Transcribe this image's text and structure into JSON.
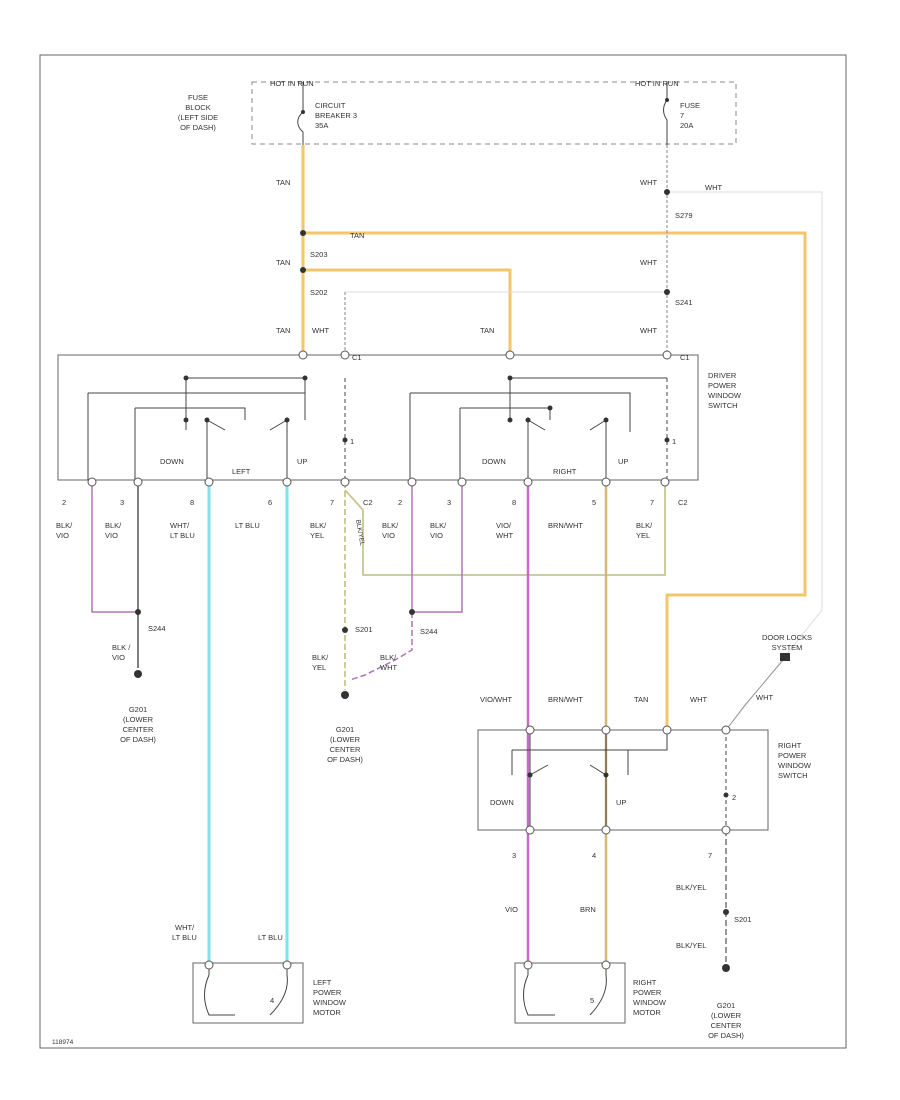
{
  "colors": {
    "tan": "#f2c66a",
    "white": "#dcdcdc",
    "black": "#555555",
    "violet": "#c86ac8",
    "blk_vio": "#b075b0",
    "blk_yel": "#c7c78f",
    "lt_blu": "#7fe3ee",
    "brn": "#d6b77a",
    "frame": "#666666"
  },
  "labels": {
    "hot_run_left": "HOT IN RUN",
    "hot_run_right": "HOT IN RUN",
    "fuse_block": [
      "FUSE",
      "BLOCK",
      "(LEFT SIDE",
      "OF DASH)"
    ],
    "circuit_breaker": [
      "CIRCUIT",
      "BREAKER 3",
      "35A"
    ],
    "fuse7": [
      "FUSE",
      "7",
      "20A"
    ],
    "driver_switch": [
      "DRIVER",
      "POWER",
      "WINDOW",
      "SWITCH"
    ],
    "right_switch": [
      "RIGHT",
      "POWER",
      "WINDOW",
      "SWITCH"
    ],
    "left_motor": [
      "LEFT",
      "POWER",
      "WINDOW",
      "MOTOR"
    ],
    "right_motor": [
      "RIGHT",
      "POWER",
      "WINDOW",
      "MOTOR"
    ],
    "door_lock": [
      "DOOR LOCKS",
      "SYSTEM"
    ],
    "ground_left": [
      "G201",
      "(LOWER",
      "CENTER",
      "OF DASH)"
    ],
    "ground_mid": [
      "G201",
      "(LOWER",
      "CENTER",
      "OF DASH)"
    ],
    "ground_right": [
      "G201",
      "(LOWER",
      "CENTER",
      "OF DASH)"
    ],
    "left_group": "LEFT",
    "right_group": "RIGHT",
    "down_l": "DOWN",
    "up_l": "UP",
    "down_r": "DOWN",
    "up_r": "UP",
    "down_rs": "DOWN",
    "up_rs": "UP",
    "splice_s203": "S203",
    "splice_s202": "S202",
    "splice_s279": "S279",
    "splice_s241": "S241",
    "splice_s244a": "S244",
    "splice_s244b": "S244",
    "splice_s201a": "S201",
    "splice_s201b": "S201",
    "splice_s201c": "S201",
    "c1_top": "C1",
    "c1_bot": "C1",
    "c2": "C2",
    "c2b": "C2",
    "wire_tan_a": "TAN",
    "wire_tan_b": "TAN",
    "wire_tan_c": "TAN",
    "wire_tan_d": "TAN",
    "wire_tan_e": "TAN",
    "wire_tan_f": "TAN",
    "wire_wht_a": "WHT",
    "wire_wht_b": "WHT",
    "wire_wht_c": "WHT",
    "wire_wht_d": "WHT",
    "wire_wht_e": "WHT",
    "wire_wht_f": "WHT",
    "wire_wht_g": "WHT",
    "wire_blk_a": "BLK",
    "wire_blk_b": "BLK",
    "wire_blk_c": "BLK",
    "bot_pin_labels": [
      "2",
      "3",
      "8",
      "6",
      "7",
      "2",
      "3",
      "8",
      "5",
      "7"
    ],
    "bot_wire_l1": [
      "BLK/",
      "BLK/",
      "WHT/",
      "LT BLU",
      "BLK/",
      "BLK/",
      "BLK/",
      "VIO/",
      "BRN/WHT",
      "BLK/"
    ],
    "bot_wire_l2": [
      "VIO",
      "VIO",
      "LT BLU",
      "",
      "YEL",
      "VIO",
      "VIO",
      "WHT",
      "",
      "YEL"
    ],
    "blk_vio_gnd": [
      "BLK /",
      "VIO"
    ],
    "blk_yel_gnd": [
      "BLK/",
      "YEL"
    ],
    "blk_wht": [
      "BLK/",
      "WHT"
    ],
    "rs_top_labels": [
      "VIO/WHT",
      "BRN/WHT",
      "TAN",
      "WHT",
      "WHT"
    ],
    "rs_pin_labels": [
      "3",
      "4",
      "7"
    ],
    "rs_bottom_wires": [
      "VIO",
      "BRN",
      "BLK/YEL",
      "BLK/YEL"
    ],
    "motor_wires_left": [
      "WHT/",
      "LT BLU",
      "LT BLU"
    ],
    "pin_1": "1",
    "pin_1b": "1",
    "pin_4": "4",
    "pin_5": "5",
    "pin_5b": "5",
    "pin_6": "6",
    "pin_2": "2",
    "pin_2b": "2",
    "vent": "BLK/YEL",
    "footer": "118974"
  }
}
